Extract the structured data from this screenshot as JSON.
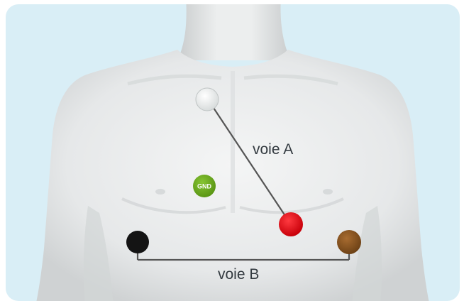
{
  "diagram": {
    "lead_a_label": "voie A",
    "lead_b_label": "voie B",
    "ground_label": "GND",
    "colors": {
      "background": "#d9eef6",
      "skin_light": "#eef0f0",
      "skin_shadow": "#c9cccd",
      "lead_line": "#555555",
      "electrode_white": "#f4f6f6",
      "electrode_red": "#e8141e",
      "electrode_black": "#141414",
      "electrode_brown": "#8f5a23",
      "electrode_green": "#6dae1e"
    },
    "electrodes": [
      {
        "id": "white",
        "color_key": "electrode_white"
      },
      {
        "id": "red",
        "color_key": "electrode_red"
      },
      {
        "id": "black",
        "color_key": "electrode_black"
      },
      {
        "id": "brown",
        "color_key": "electrode_brown"
      },
      {
        "id": "ground",
        "color_key": "electrode_green"
      }
    ]
  }
}
